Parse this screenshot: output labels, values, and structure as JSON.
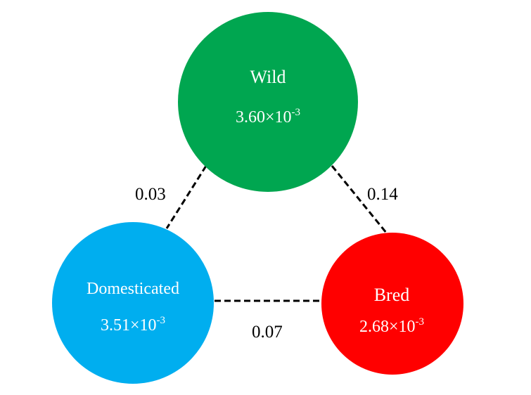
{
  "nodes": [
    {
      "id": "wild",
      "name": "Wild",
      "mantissa": "3.60",
      "times": "×",
      "base": "10",
      "exponent": "-3",
      "color": "#00a650"
    },
    {
      "id": "domesticated",
      "name": "Domesticated",
      "mantissa": "3.51",
      "times": "×",
      "base": "10",
      "exponent": "-3",
      "color": "#00aeef"
    },
    {
      "id": "bred",
      "name": "Bred",
      "mantissa": "2.68",
      "times": "×",
      "base": "10",
      "exponent": "-3",
      "color": "#ff0000"
    }
  ],
  "edges": [
    {
      "from": "wild",
      "to": "domesticated",
      "label": "0.03"
    },
    {
      "from": "wild",
      "to": "bred",
      "label": "0.14"
    },
    {
      "from": "domesticated",
      "to": "bred",
      "label": "0.07"
    }
  ]
}
